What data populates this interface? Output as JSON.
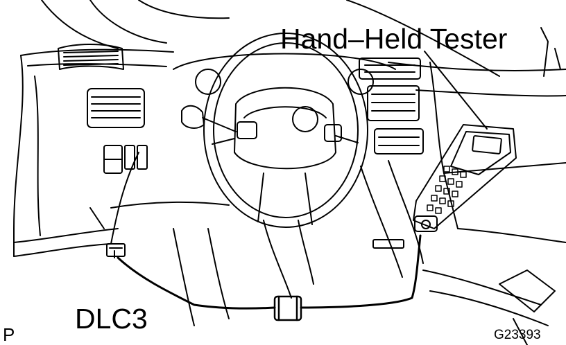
{
  "labels": {
    "tester": "Hand–Held Tester",
    "connector": "DLC3",
    "corner_mark": "P",
    "figure_id": "G23393"
  }
}
